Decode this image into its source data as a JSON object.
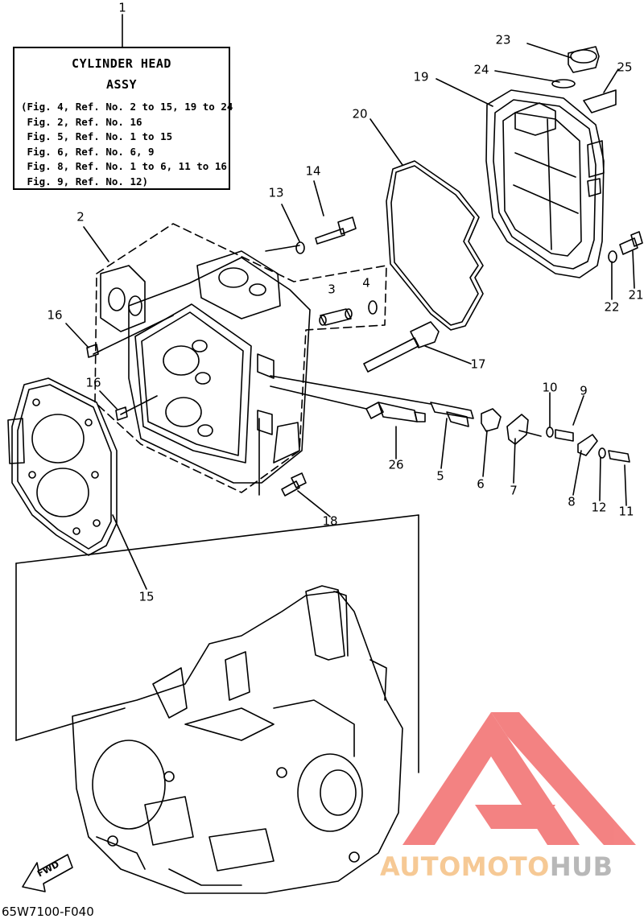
{
  "legend": {
    "number": "1",
    "title_line1": "CYLINDER HEAD",
    "title_line2": "ASSY",
    "refs": [
      "(Fig. 4, Ref. No. 2 to 15, 19 to 24",
      " Fig. 2, Ref. No. 16",
      " Fig. 5, Ref. No. 1 to 15",
      " Fig. 6, Ref. No. 6, 9",
      " Fig. 8, Ref. No. 1 to 6, 11 to 16",
      " Fig. 9, Ref. No. 12)"
    ]
  },
  "callouts": {
    "c2": "2",
    "c3": "3",
    "c4": "4",
    "c5": "5",
    "c6": "6",
    "c7": "7",
    "c8": "8",
    "c9": "9",
    "c10": "10",
    "c11": "11",
    "c12": "12",
    "c13": "13",
    "c14": "14",
    "c15": "15",
    "c16a": "16",
    "c16b": "16",
    "c17": "17",
    "c18": "18",
    "c19": "19",
    "c20": "20",
    "c21": "21",
    "c22": "22",
    "c23": "23",
    "c24": "24",
    "c25": "25",
    "c26": "26"
  },
  "fwd_label": "FWD",
  "diagram_code": "65W7100-F040",
  "watermark": {
    "part1": "AUTOMOTO",
    "part2": "HUB",
    "color_primary": "#f26d6d",
    "color_secondary": "#b8b8b8"
  }
}
